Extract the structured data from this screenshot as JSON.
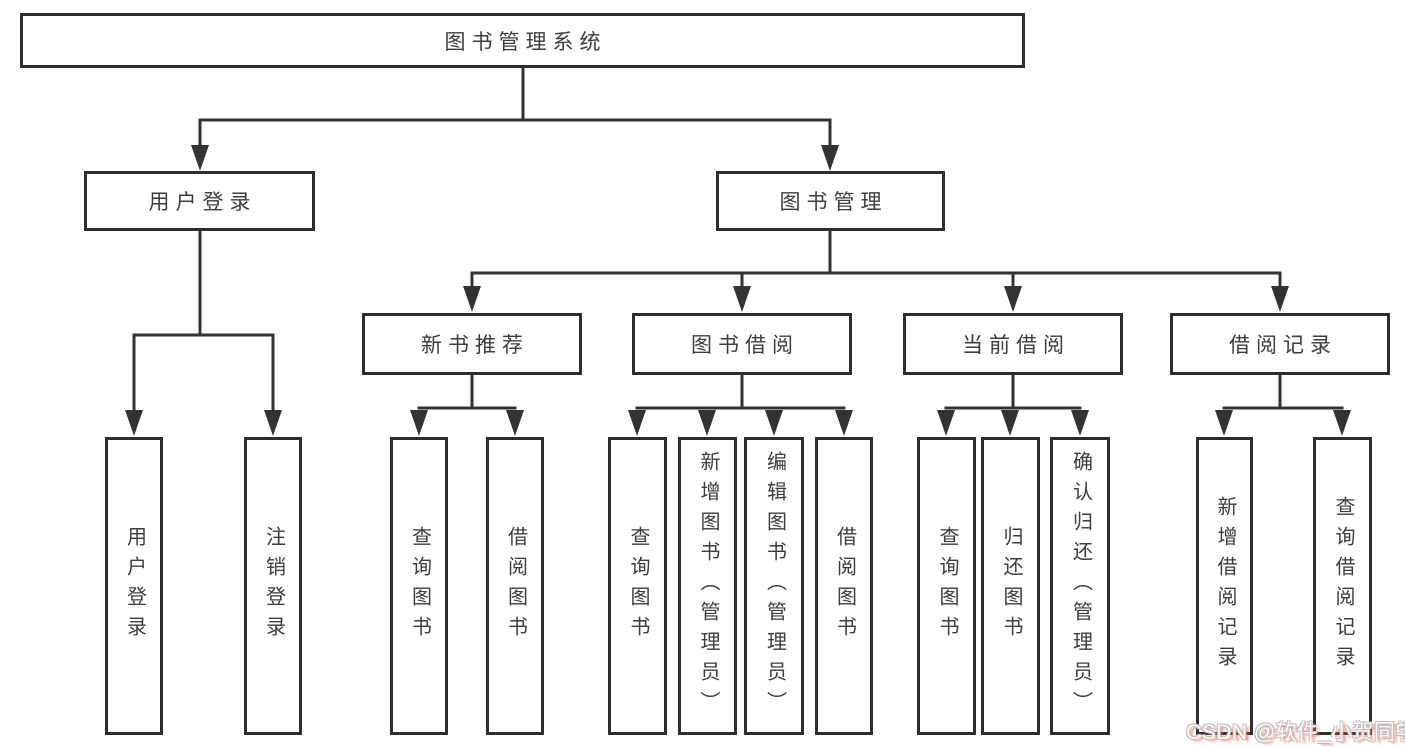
{
  "diagram": {
    "tree": {
      "root": "图书管理系统",
      "branches": [
        {
          "label": "用户登录",
          "leaves": [
            "用户登录",
            "注销登录"
          ]
        },
        {
          "label": "图书管理",
          "children": [
            {
              "label": "新书推荐",
              "leaves": [
                "查询图书",
                "借阅图书"
              ]
            },
            {
              "label": "图书借阅",
              "leaves": [
                "查询图书",
                "新增图书（管理员）",
                "编辑图书（管理员）",
                "借阅图书"
              ]
            },
            {
              "label": "当前借阅",
              "leaves": [
                "查询图书",
                "归还图书",
                "确认归还（管理员）"
              ]
            },
            {
              "label": "借阅记录",
              "leaves": [
                "新增借阅记录",
                "查询借阅记录"
              ]
            }
          ]
        }
      ]
    },
    "colors": {
      "line": "#333333",
      "box_border": "#2d2d2d",
      "box_background": "#ffffff",
      "text": "#3d3d3d",
      "page_background": "#ffffff",
      "watermark_red": "#fc5531",
      "watermark_text": "#ffffff"
    }
  },
  "watermark": {
    "text": "CSDN @软件_小贺同学"
  }
}
